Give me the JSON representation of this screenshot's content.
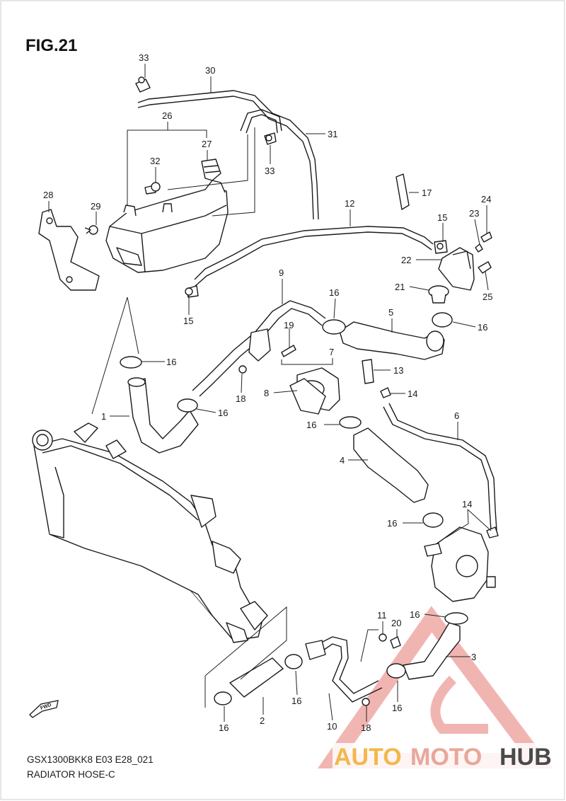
{
  "figure_title": "FIG.21",
  "footer": {
    "code": "GSX1300BKK8 E03 E28_021",
    "caption": "RADIATOR HOSE-C"
  },
  "fwd_label": "FWD",
  "watermark": {
    "part1": "AUTO",
    "part2": "MOTO",
    "part3": "HUB",
    "colors": {
      "auto": "#f2b84b",
      "moto": "#e8a79a",
      "hub": "#4a4a4a",
      "triangle": "#e67a72"
    }
  },
  "callouts": [
    {
      "id": "c33a",
      "text": "33"
    },
    {
      "id": "c30",
      "text": "30"
    },
    {
      "id": "c26",
      "text": "26"
    },
    {
      "id": "c31",
      "text": "31"
    },
    {
      "id": "c27",
      "text": "27"
    },
    {
      "id": "c33b",
      "text": "33"
    },
    {
      "id": "c32",
      "text": "32"
    },
    {
      "id": "c28",
      "text": "28"
    },
    {
      "id": "c29",
      "text": "29"
    },
    {
      "id": "c17",
      "text": "17"
    },
    {
      "id": "c12",
      "text": "12"
    },
    {
      "id": "c24",
      "text": "24"
    },
    {
      "id": "c15a",
      "text": "15"
    },
    {
      "id": "c23",
      "text": "23"
    },
    {
      "id": "c22",
      "text": "22"
    },
    {
      "id": "c21",
      "text": "21"
    },
    {
      "id": "c25",
      "text": "25"
    },
    {
      "id": "c15b",
      "text": "15"
    },
    {
      "id": "c9",
      "text": "9"
    },
    {
      "id": "c16a",
      "text": "16"
    },
    {
      "id": "c5",
      "text": "5"
    },
    {
      "id": "c16b",
      "text": "16"
    },
    {
      "id": "c19",
      "text": "19"
    },
    {
      "id": "c7",
      "text": "7"
    },
    {
      "id": "c16c",
      "text": "16"
    },
    {
      "id": "c13",
      "text": "13"
    },
    {
      "id": "c18a",
      "text": "18"
    },
    {
      "id": "c8",
      "text": "8"
    },
    {
      "id": "c14a",
      "text": "14"
    },
    {
      "id": "c1",
      "text": "1"
    },
    {
      "id": "c16d",
      "text": "16"
    },
    {
      "id": "c16e",
      "text": "16"
    },
    {
      "id": "c6",
      "text": "6"
    },
    {
      "id": "c4",
      "text": "4"
    },
    {
      "id": "c16f",
      "text": "16"
    },
    {
      "id": "c14b",
      "text": "14"
    },
    {
      "id": "c11",
      "text": "11"
    },
    {
      "id": "c20",
      "text": "20"
    },
    {
      "id": "c16g",
      "text": "16"
    },
    {
      "id": "c3",
      "text": "3"
    },
    {
      "id": "c16h",
      "text": "16"
    },
    {
      "id": "c16i",
      "text": "16"
    },
    {
      "id": "c2",
      "text": "2"
    },
    {
      "id": "c16j",
      "text": "16"
    },
    {
      "id": "c10",
      "text": "10"
    },
    {
      "id": "c18b",
      "text": "18"
    }
  ]
}
